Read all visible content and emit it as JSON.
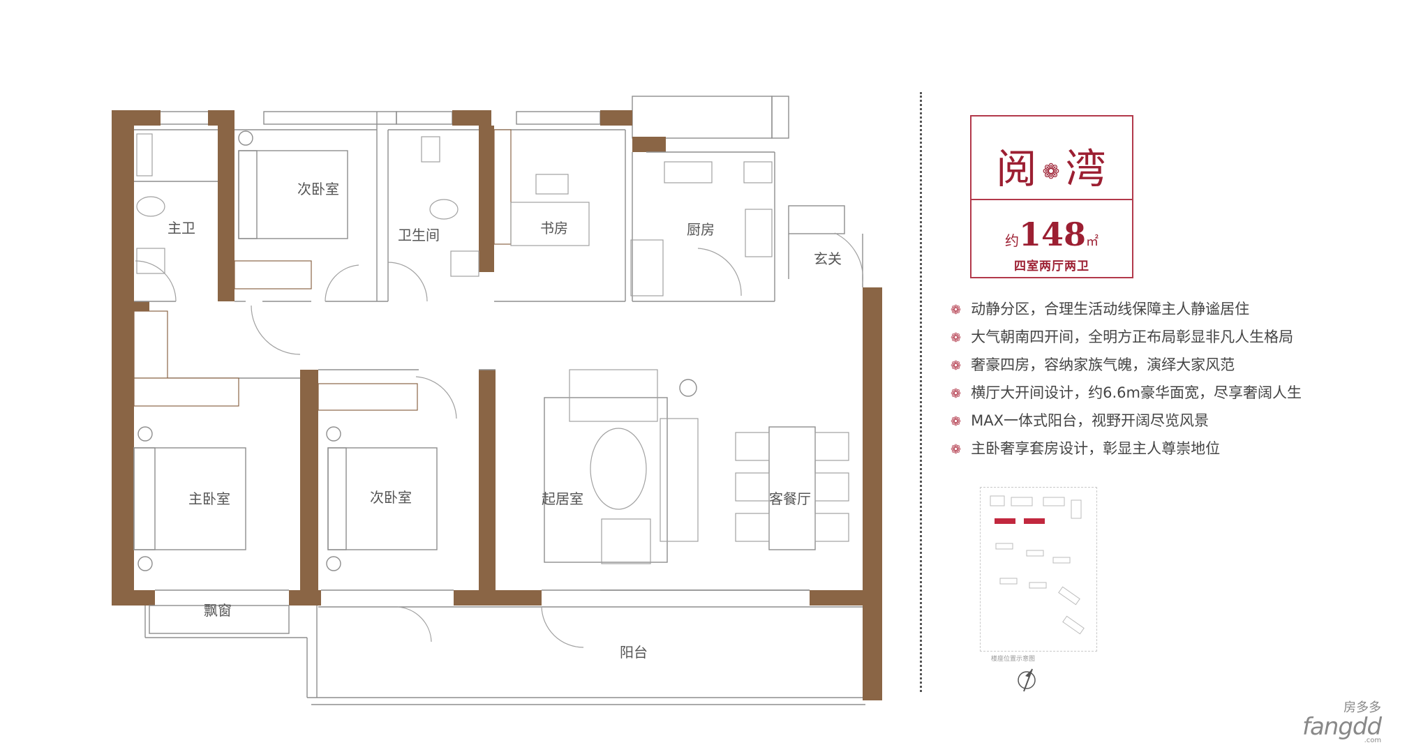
{
  "plan": {
    "rooms": {
      "master_bath": "主卫",
      "second_bedroom_1": "次卧室",
      "bathroom": "卫生间",
      "study": "书房",
      "kitchen": "厨房",
      "entrance": "玄关",
      "master_bedroom": "主卧室",
      "second_bedroom_2": "次卧室",
      "living_room": "起居室",
      "dining_room": "客餐厅",
      "bay_window": "飘窗",
      "balcony": "阳台"
    }
  },
  "info": {
    "name_part1": "阅",
    "name_part2": "湾",
    "area_prefix": "约",
    "area_value": "148",
    "area_unit": "㎡",
    "layout_type": "四室两厅两卫",
    "bullet_symbol": "❁",
    "features": [
      "动静分区，合理生活动线保障主人静谧居住",
      "大气朝南四开间，全明方正布局彰显非凡人生格局",
      "奢豪四房，容纳家族气魄，演绎大家风范",
      "横厅大开间设计，约6.6m豪华面宽，尽享奢阔人生",
      "MAX一体式阳台，视野开阔尽览风景",
      "主卧奢享套房设计，彰显主人尊崇地位"
    ],
    "site_map_caption": "楼座位置示意图"
  },
  "watermark": {
    "cn": "房多多",
    "en": "fangdd",
    "domain": ".com"
  },
  "colors": {
    "wall": "#8a6545",
    "accent": "#9c1f32",
    "line": "#8d8d8d"
  }
}
